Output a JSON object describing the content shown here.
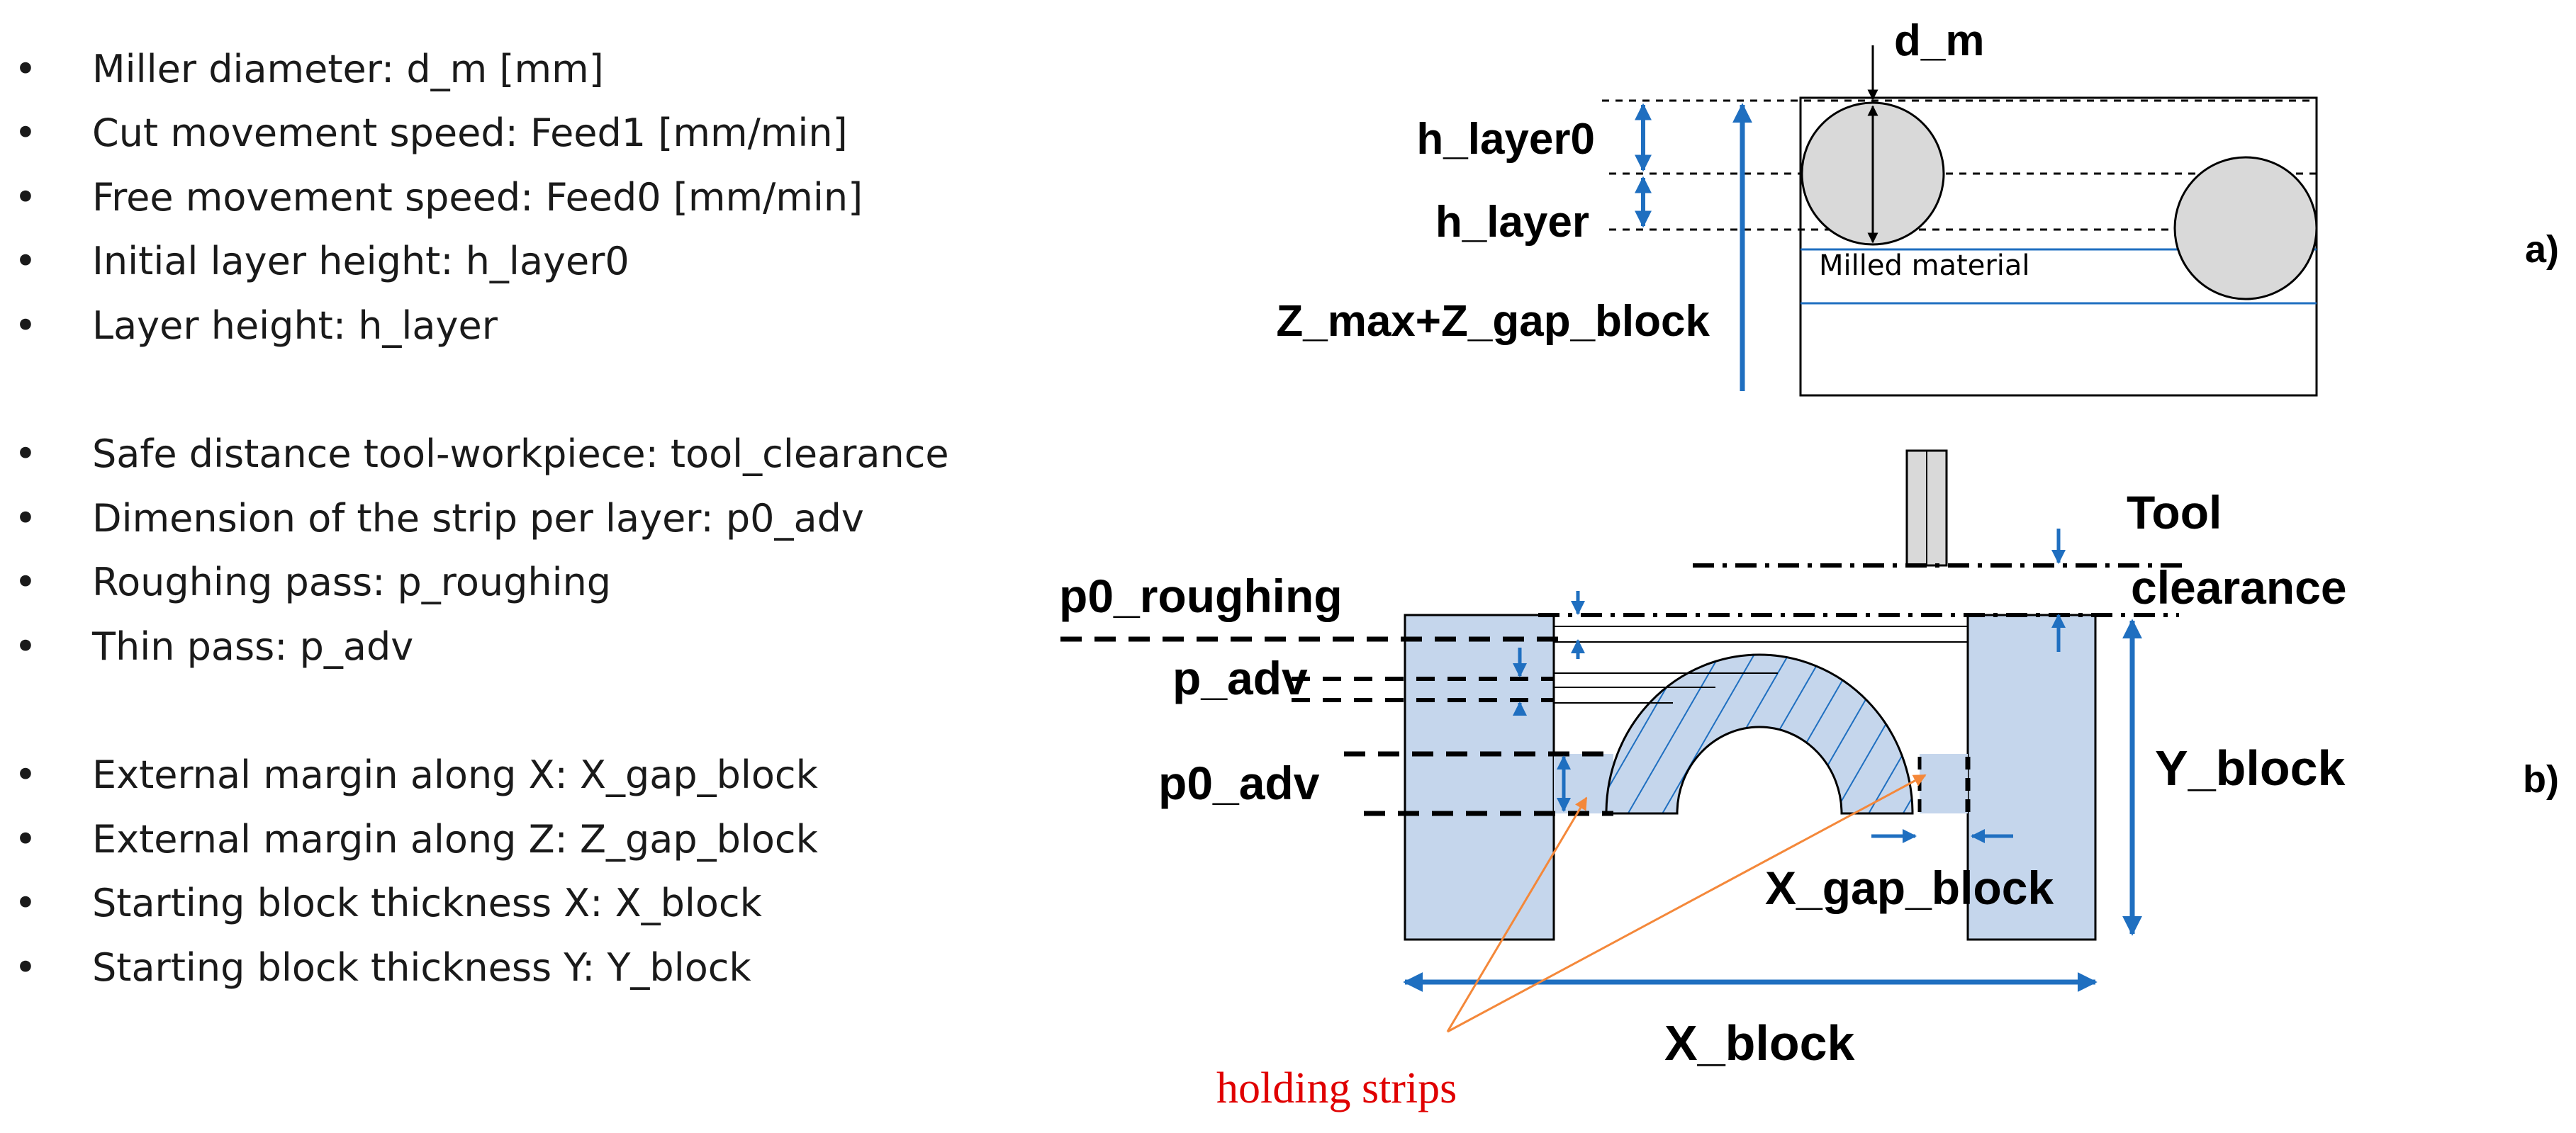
{
  "definitions": [
    "Miller diameter: d_m [mm]",
    "Cut movement speed: Feed1 [mm/min]",
    "Free movement speed: Feed0 [mm/min]",
    "Initial layer height: h_layer0",
    "Layer height: h_layer",
    "Safe distance tool-workpiece: tool_clearance",
    "Dimension of the strip per layer: p0_adv",
    "Roughing pass: p_roughing",
    "Thin pass: p_adv",
    "External margin along X: X_gap_block",
    "External margin along Z: Z_gap_block",
    "Starting block thickness X: X_block",
    "Starting block thickness Y: Y_block"
  ],
  "bullet_glyph": "•",
  "diagram_a": {
    "panel_label": "a)",
    "d_m": "d_m",
    "h_layer0": "h_layer0",
    "h_layer": "h_layer",
    "z_total": "Z_max+Z_gap_block",
    "milled_material": "Milled material"
  },
  "diagram_b": {
    "panel_label": "b)",
    "tool": "Tool",
    "clearance": "clearance",
    "p0_roughing": "p0_roughing",
    "p_adv": "p_adv",
    "p0_adv": "p0_adv",
    "y_block": "Y_block",
    "x_gap_block": "X_gap_block",
    "x_block": "X_block",
    "holding_strips": "holding strips"
  },
  "colors": {
    "accent_blue": "#1f6fc0",
    "block_fill": "#c5d6ec",
    "circle_fill": "#d9d9d9",
    "annotation_orange": "#f4883a",
    "annotation_red": "#e00000"
  }
}
